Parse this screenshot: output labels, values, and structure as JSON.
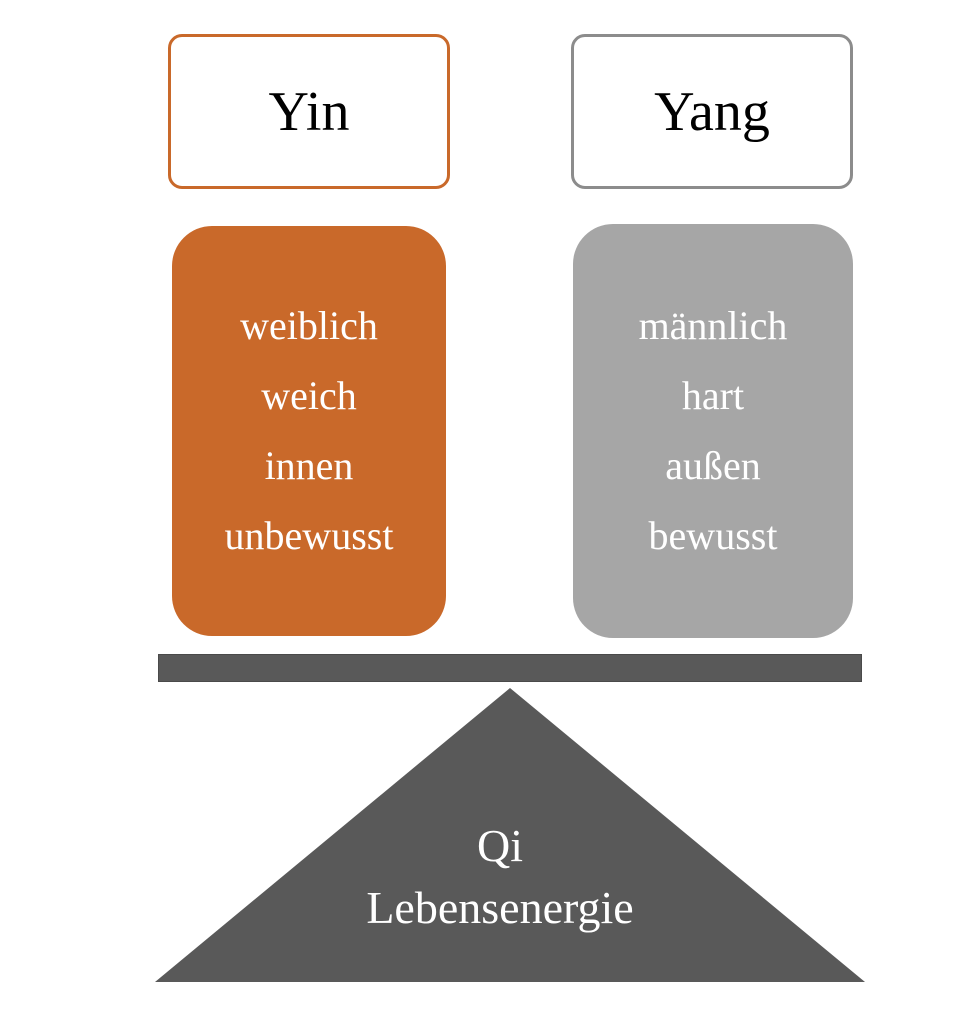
{
  "yin": {
    "title": "Yin",
    "traits": [
      "weiblich",
      "weich",
      "innen",
      "unbewusst"
    ],
    "border_color": "#c9692a",
    "fill_color": "#c9692a"
  },
  "yang": {
    "title": "Yang",
    "traits": [
      "männlich",
      "hart",
      "außen",
      "bewusst"
    ],
    "border_color": "#8c8c8c",
    "fill_color": "#a6a6a6"
  },
  "fulcrum": {
    "line1": "Qi",
    "line2": "Lebensenergie",
    "fill_color": "#595959"
  },
  "beam": {
    "fill_color": "#595959"
  }
}
